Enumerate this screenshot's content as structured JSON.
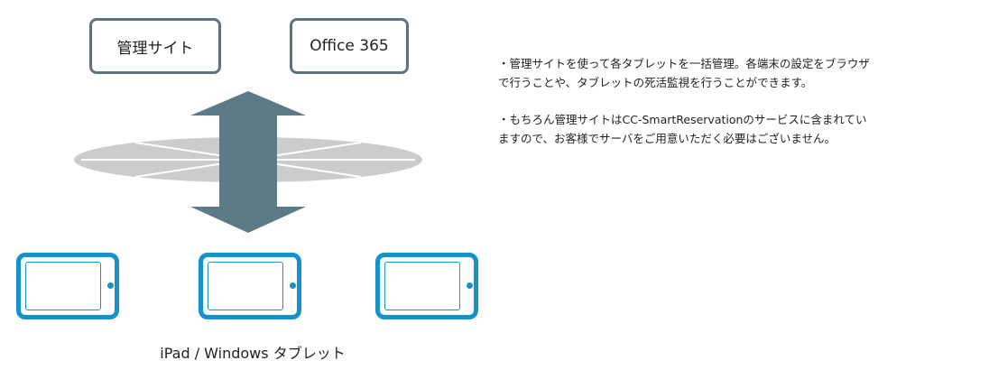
{
  "boxes": {
    "admin_site": "管理サイト",
    "office365": "Office 365"
  },
  "caption": "iPad / Windows タブレット",
  "notes": [
    "・管理サイトを使って各タブレットを一括管理。各端末の設定をブラウザ\n  で行うことや、タブレットの死活監視を行うことができます。",
    "・もちろん管理サイトはCC-SmartReservationのサービスに含まれてい\n  ますので、お客様でサーバをご用意いただく必要はございません。"
  ],
  "colors": {
    "box_border": "#5d7480",
    "arrow": "#5d7b87",
    "cloud": "#cccccc",
    "tablet": "#1592c9"
  },
  "icons": [
    "double-arrow-icon",
    "cloud-ellipse-icon",
    "tablet-icon"
  ]
}
